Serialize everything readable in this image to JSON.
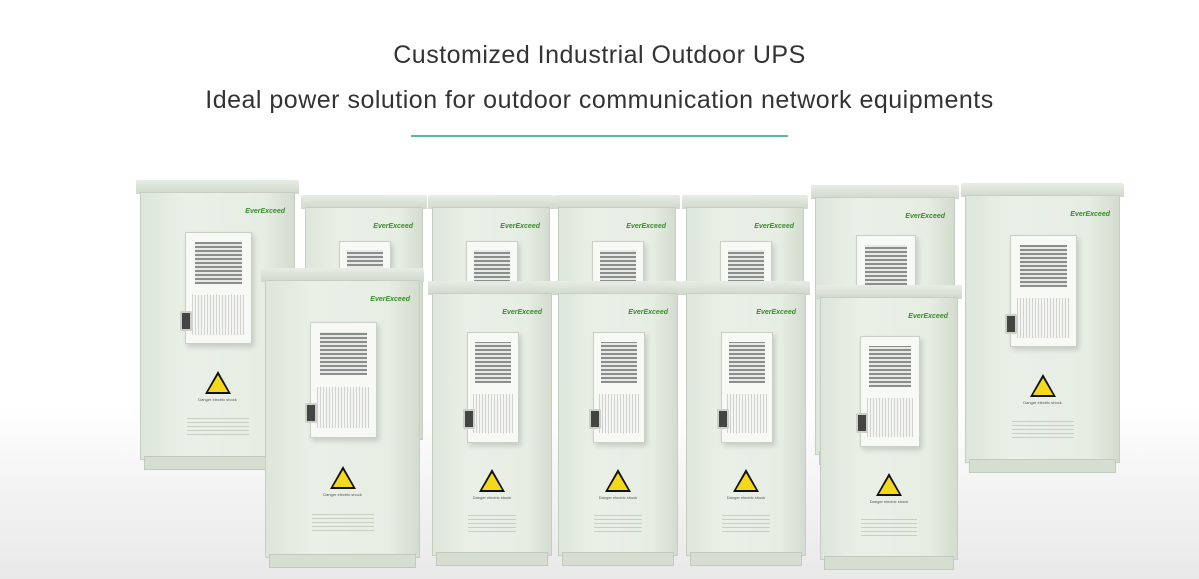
{
  "header": {
    "title": "Customized Industrial Outdoor UPS",
    "subtitle": "Ideal power solution for outdoor communication network equipments"
  },
  "colors": {
    "accent_line": "#5ab6a8",
    "cabinet": "#e3eadf",
    "brand_green": "#3a8c2b",
    "warning_yellow": "#f3d81c"
  },
  "product_image": {
    "cabinet_count": 12,
    "brand_text": "EverExceed",
    "sign_text": "Danger electric shock"
  }
}
